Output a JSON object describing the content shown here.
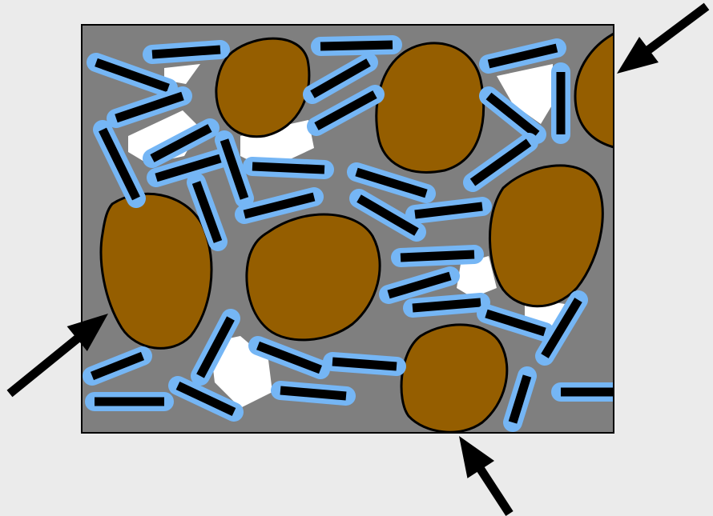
{
  "colors": {
    "background": "#ebebeb",
    "matrix": "#7f7f7f",
    "void": "#ffffff",
    "particle_fill": "#955e00",
    "outline": "#000000",
    "fiber_halo": "#75b6f5",
    "fiber_core": "#000000",
    "arrow": "#000000"
  },
  "elements": {
    "matrix": "matrix-region",
    "voids": "void-region",
    "particles": "particle",
    "fibers": "coated-fiber",
    "arrows": "pointer-arrow"
  }
}
